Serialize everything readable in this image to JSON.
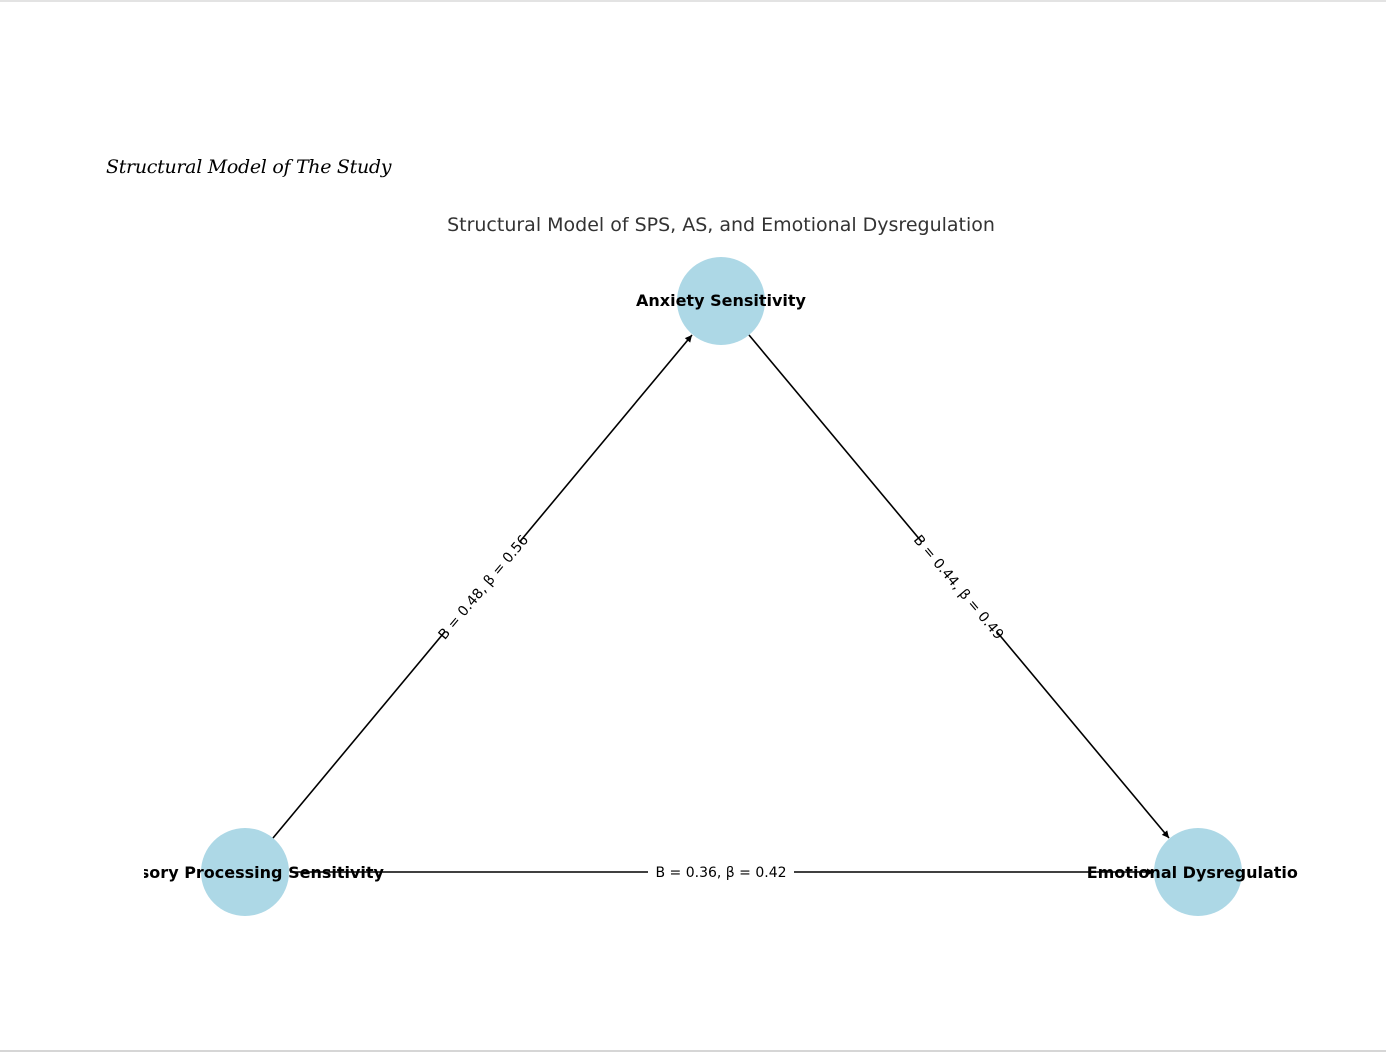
{
  "caption": "Structural Model of The Study",
  "diagram": {
    "title": "Structural Model of SPS, AS, and Emotional Dysregulation",
    "colors": {
      "node_fill": "#add8e6",
      "edge": "#000000",
      "title": "#333333"
    },
    "nodes": [
      {
        "id": "sps",
        "label": "Sensory Processing Sensitivity"
      },
      {
        "id": "as",
        "label": "Anxiety Sensitivity"
      },
      {
        "id": "ed",
        "label": "Emotional Dysregulation"
      }
    ],
    "edges": [
      {
        "from": "sps",
        "to": "as",
        "label": "B = 0.48, β = 0.56"
      },
      {
        "from": "as",
        "to": "ed",
        "label": "B = 0.44, β = 0.49"
      },
      {
        "from": "sps",
        "to": "ed",
        "label": "B = 0.36, β = 0.42"
      }
    ]
  }
}
